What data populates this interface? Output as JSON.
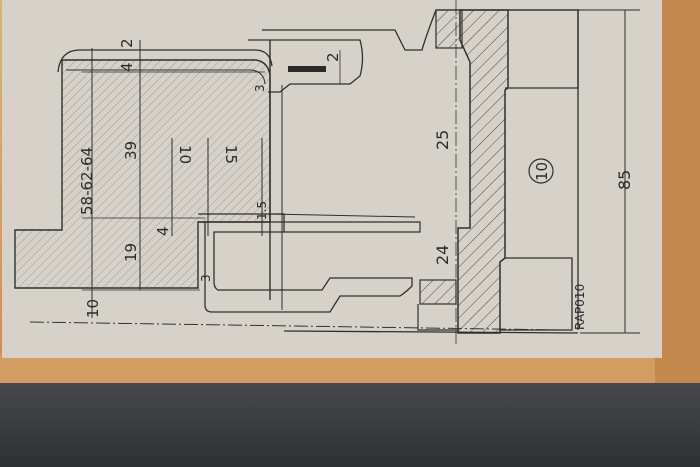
{
  "drawing": {
    "dims": {
      "profile_range": "58-62-64",
      "d2_top": "2",
      "d4_top": "4",
      "d39": "39",
      "d19": "19",
      "d10": "10",
      "d4_small": "4",
      "d10_mid": "10",
      "d15": "15",
      "d1_5": "1.5",
      "d3_upper": "3",
      "d3_lower": "3",
      "d2_right": "2",
      "d25": "25",
      "d24": "24",
      "d85": "85"
    },
    "position_number": "10",
    "reference_code": "RAP010"
  },
  "colors": {
    "paper": "#d6d2ca",
    "ink": "#2b2b2b",
    "wood": "#d9a873",
    "tray": "#3a3b3d"
  }
}
